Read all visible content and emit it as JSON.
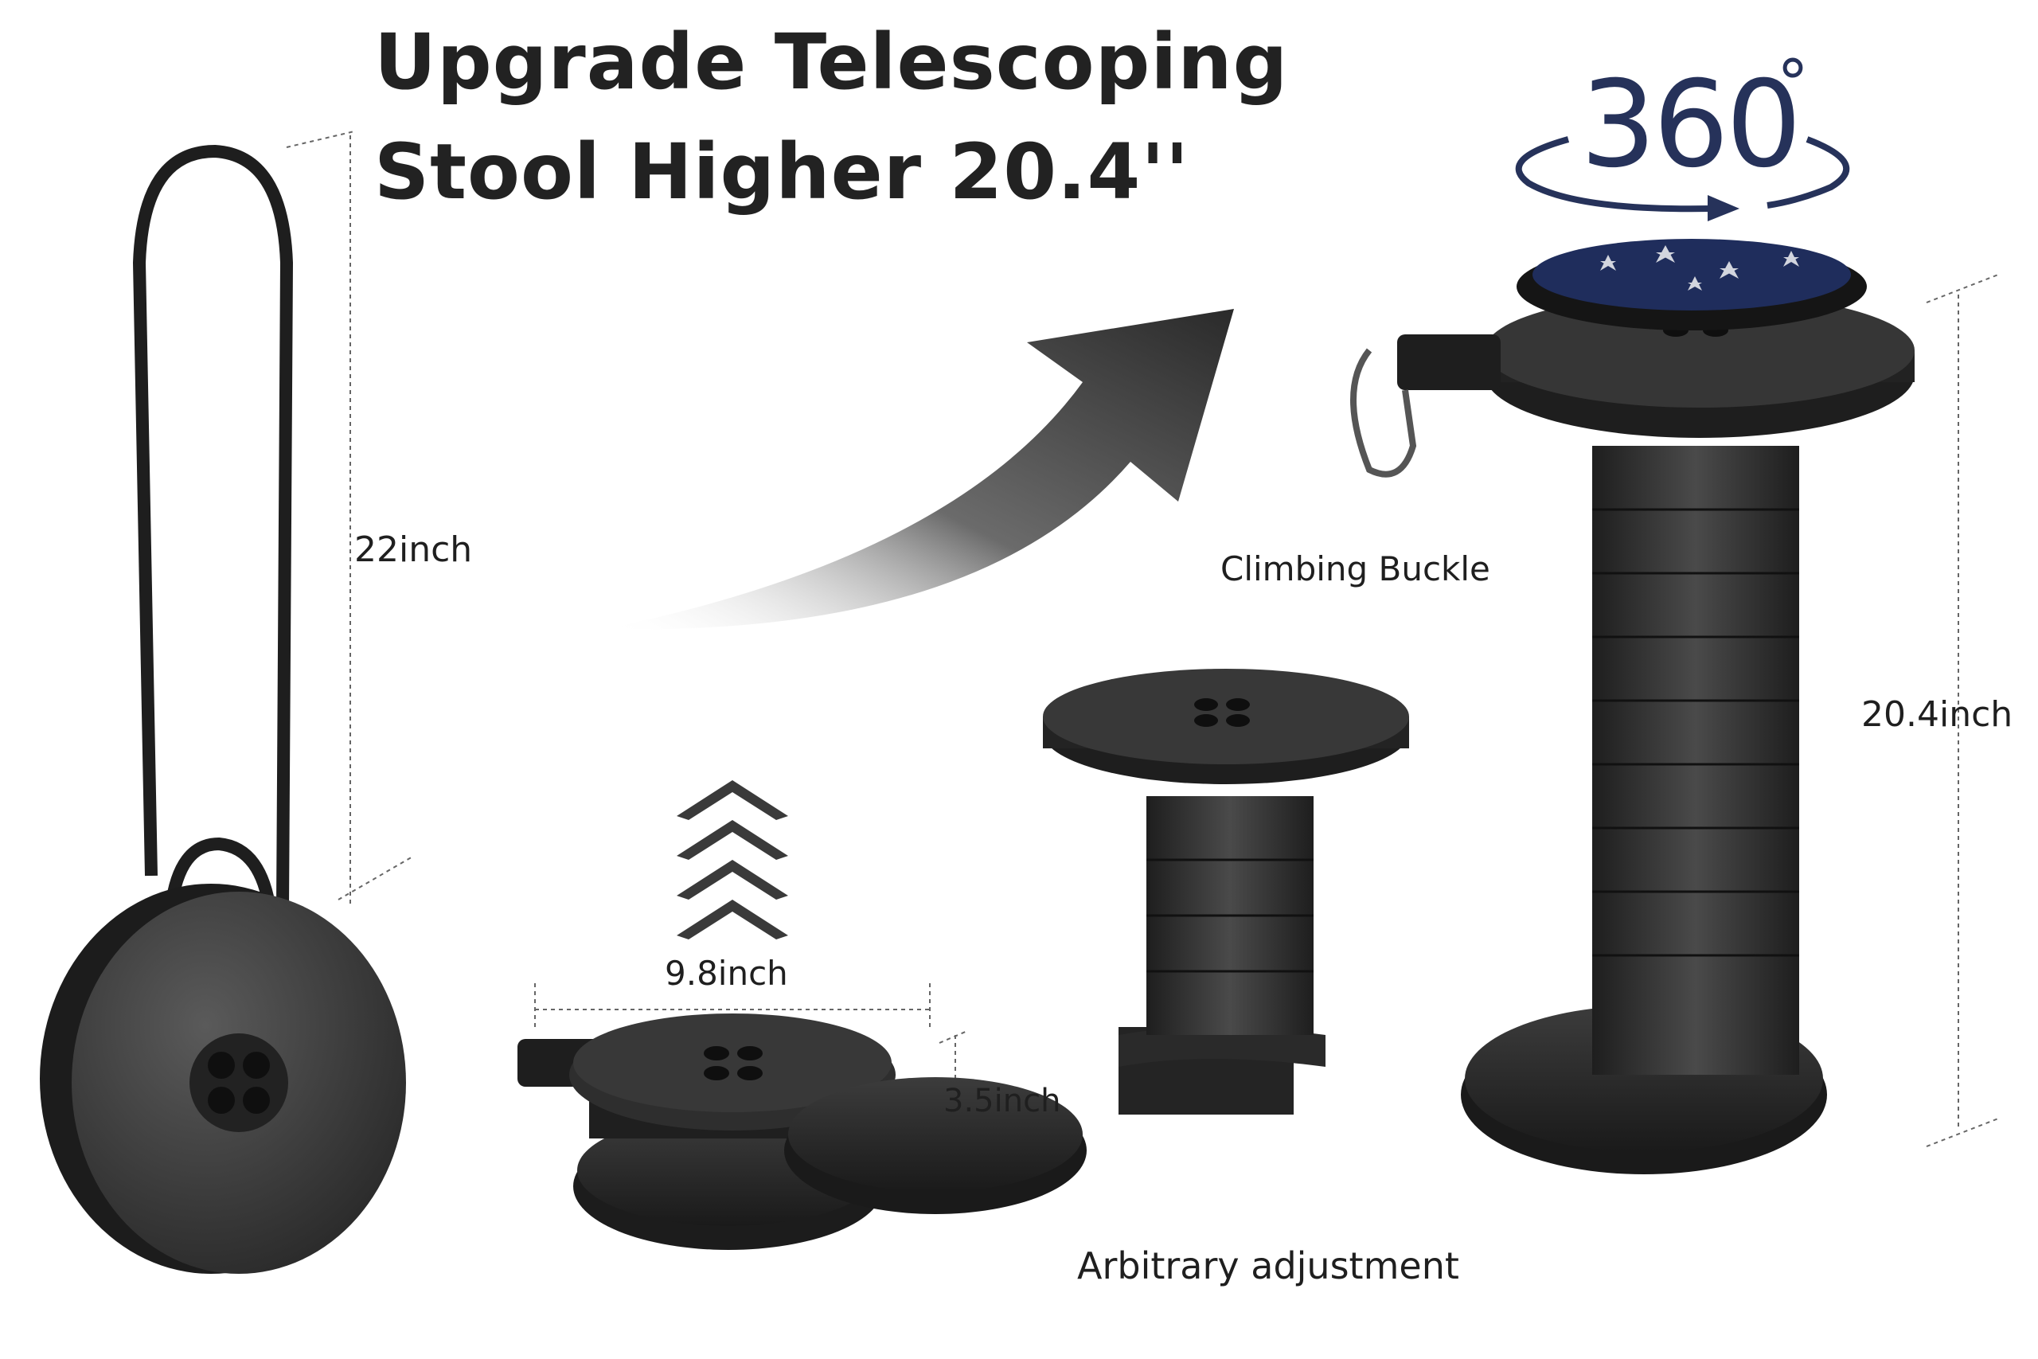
{
  "headline": {
    "line1": "Upgrade Telescoping",
    "line2": "Stool Higher 20.4''"
  },
  "rotation_badge": {
    "value": "360",
    "symbol": "°"
  },
  "dimensions": {
    "strap_length": "22inch",
    "diameter": "9.8inch",
    "folded_height": "3.5inch",
    "extended_height": "20.4inch"
  },
  "features": {
    "buckle": "Climbing Buckle",
    "adjustment": "Arbitrary adjustment"
  },
  "colors": {
    "product": "#2b2b2b",
    "accent_navy": "#26325a",
    "text": "#1f1f1f"
  }
}
